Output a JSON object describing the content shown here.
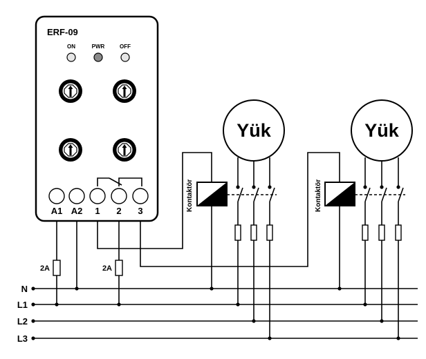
{
  "device": {
    "name": "ERF-09",
    "indicators": [
      {
        "label": "ON",
        "color": "#e6e6e6"
      },
      {
        "label": "PWR",
        "color": "#8a8a8a"
      },
      {
        "label": "OFF",
        "color": "#e6e6e6"
      }
    ],
    "terminals": [
      "A1",
      "A2",
      "1",
      "2",
      "3"
    ]
  },
  "lines": [
    "N",
    "L1",
    "L2",
    "L3"
  ],
  "fuses": [
    "2A",
    "2A"
  ],
  "loads": [
    "Yük",
    "Yük"
  ],
  "contactors": [
    "Kontaktör",
    "Kontaktör"
  ]
}
